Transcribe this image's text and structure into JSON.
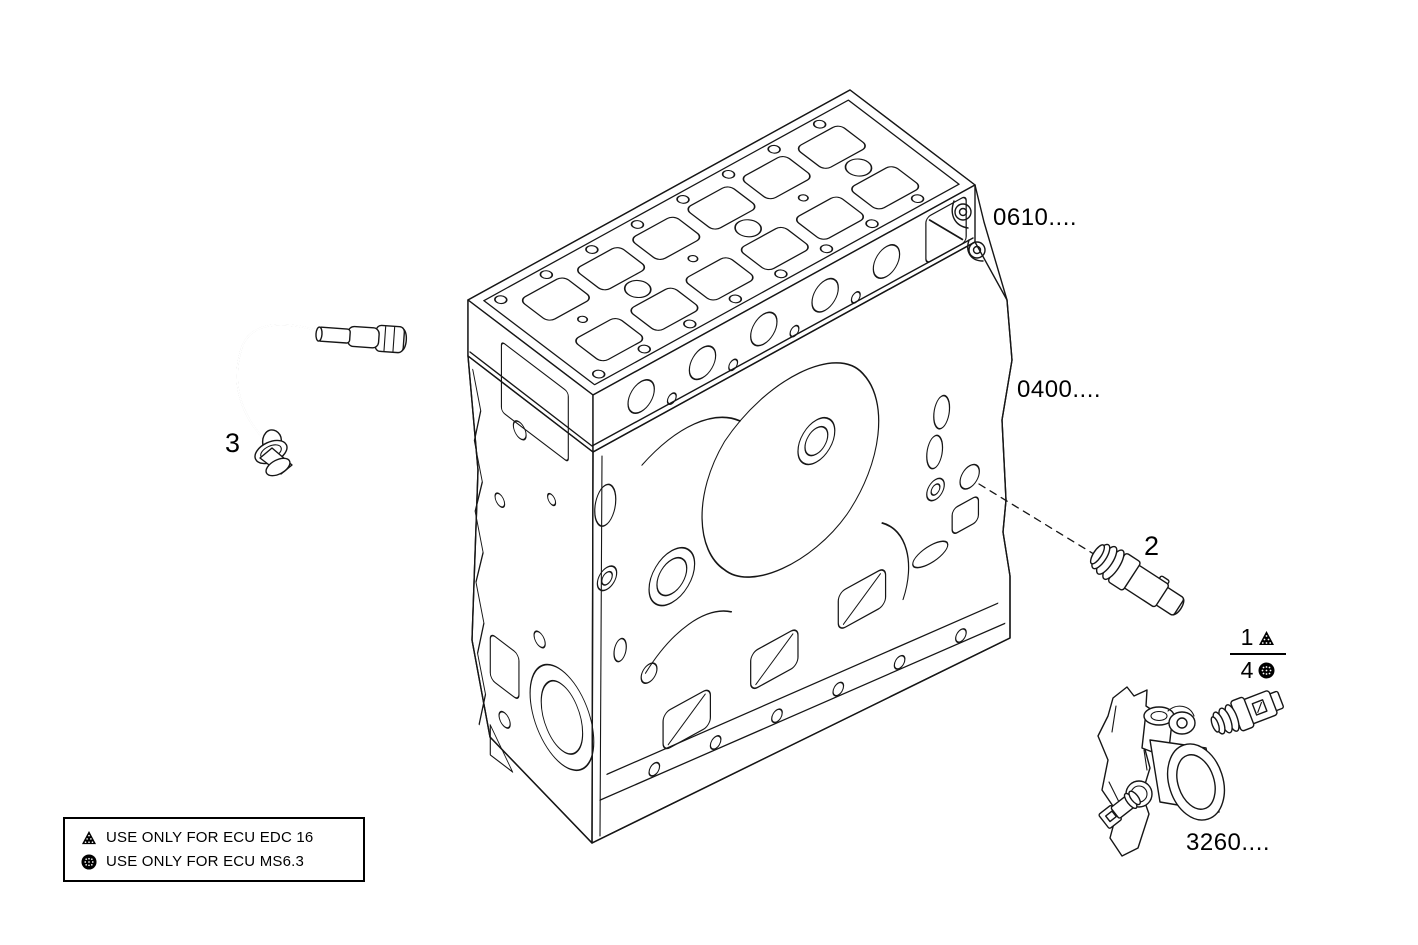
{
  "diagram": {
    "background_color": "#ffffff",
    "line_color": "#161616",
    "callouts": {
      "part_2": "2",
      "part_3": "3",
      "item_1": "1",
      "item_4": "4"
    },
    "refs": {
      "cylinder_head": "0610....",
      "crankcase": "0400....",
      "thermostat_housing": "3260...."
    },
    "legend": {
      "items": [
        {
          "symbol": "dotted-triangle",
          "text": "USE ONLY FOR ECU EDC 16"
        },
        {
          "symbol": "dotted-circle",
          "text": "USE ONLY FOR ECU MS6.3"
        }
      ]
    }
  }
}
